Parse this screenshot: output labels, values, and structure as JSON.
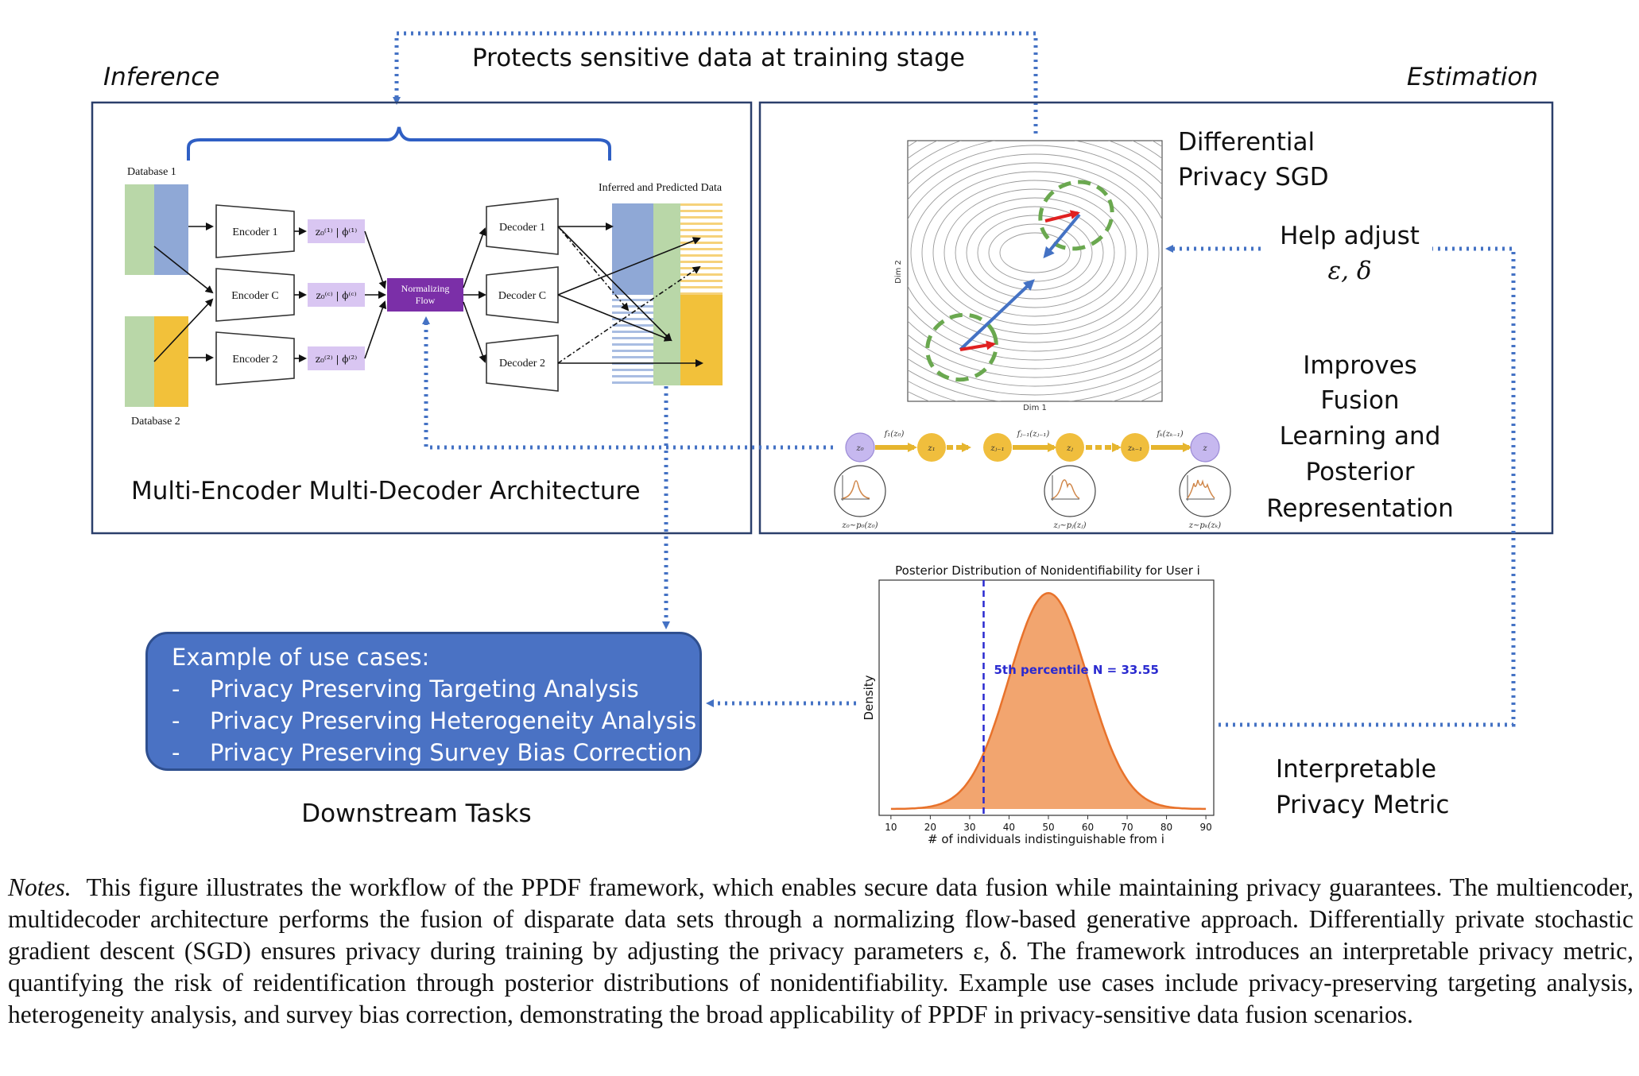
{
  "sections": {
    "inference": "Inference",
    "estimation": "Estimation",
    "top_arrow_label": "Protects sensitive data at training stage",
    "architecture_label": "Multi-Encoder Multi-Decoder Architecture",
    "downstream_label": "Downstream Tasks"
  },
  "architecture": {
    "database1": "Database 1",
    "database2": "Database 2",
    "encoders": [
      "Encoder 1",
      "Encoder C",
      "Encoder 2"
    ],
    "latents": [
      "z₀⁽¹⁾ | ϕ⁽¹⁾",
      "z₀⁽ᶜ⁾ | ϕ⁽ᶜ⁾",
      "z₀⁽²⁾ | ϕ⁽²⁾"
    ],
    "flow_line1": "Normalizing",
    "flow_line2": "Flow",
    "decoders": [
      "Decoder 1",
      "Decoder C",
      "Decoder 2"
    ],
    "output_label": "Inferred and Predicted Data"
  },
  "estimation": {
    "dpsgd_line1": "Differential",
    "dpsgd_line2": "Privacy SGD",
    "help_adjust": "Help adjust",
    "params": "ε, δ",
    "improves_lines": [
      "Improves",
      "Fusion",
      "Learning and",
      "Posterior",
      "Representation"
    ],
    "contour_xlabel": "Dim 1",
    "contour_ylabel": "Dim 2",
    "flow_nodes": [
      "z₀",
      "z₁",
      "zⱼ₋₁",
      "zⱼ",
      "zₖ₋₁",
      "z"
    ],
    "flow_funcs": [
      "f₁(z₀)",
      "fⱼ₋₁(zⱼ₋₁)",
      "fₖ(zₖ₋₁)"
    ],
    "flow_dists": [
      "z₀~p₀(z₀)",
      "zⱼ~pⱼ(zⱼ)",
      "z~pₖ(zₖ)"
    ]
  },
  "use_cases": {
    "title": "Example of use cases:",
    "items": [
      "Privacy Preserving Targeting Analysis",
      "Privacy Preserving Heterogeneity Analysis",
      "Privacy Preserving Survey Bias Correction"
    ]
  },
  "metric": {
    "label_line1": "Interpretable",
    "label_line2": "Privacy Metric"
  },
  "chart_data": {
    "type": "area",
    "title": "Posterior Distribution of Nonidentifiability for User i",
    "xlabel": "# of individuals indistinguishable from i",
    "ylabel": "Density",
    "xlim": [
      7,
      92
    ],
    "xticks": [
      10,
      20,
      30,
      40,
      50,
      60,
      70,
      80,
      90
    ],
    "distribution": "normal",
    "mean": 50,
    "sd": 10,
    "x_range": [
      10,
      90
    ],
    "fill_color": "#f2a56f",
    "line_color": "#e8722b",
    "threshold": 33.55,
    "threshold_label": "5th percentile N = 33.55",
    "threshold_color": "#2a2ad0"
  },
  "notes": {
    "lead": "Notes.",
    "text": "This figure illustrates the workflow of the PPDF framework, which enables secure data fusion while maintaining privacy guarantees. The multiencoder, multidecoder architecture performs the fusion of disparate data sets through a normalizing flow-based generative approach. Differentially private stochastic gradient descent (SGD) ensures privacy during training by adjusting the privacy parameters ε, δ. The framework introduces an interpretable privacy metric, quantifying the risk of reidentification through posterior distributions of nonidentifiability. Example use cases include privacy-preserving targeting analysis, heterogeneity analysis, and survey bias correction, demonstrating the broad applicability of PPDF in privacy-sensitive data fusion scenarios."
  },
  "colors": {
    "arrow_blue": "#4472c4",
    "panel_border": "#2b3f6b",
    "green": "#b9d7a8",
    "blue_data": "#8fa8d6",
    "yellow": "#f2c13a",
    "purple": "#7b2fa8",
    "latent": "#d9c6f2",
    "use_case_fill": "#4a72c4"
  }
}
